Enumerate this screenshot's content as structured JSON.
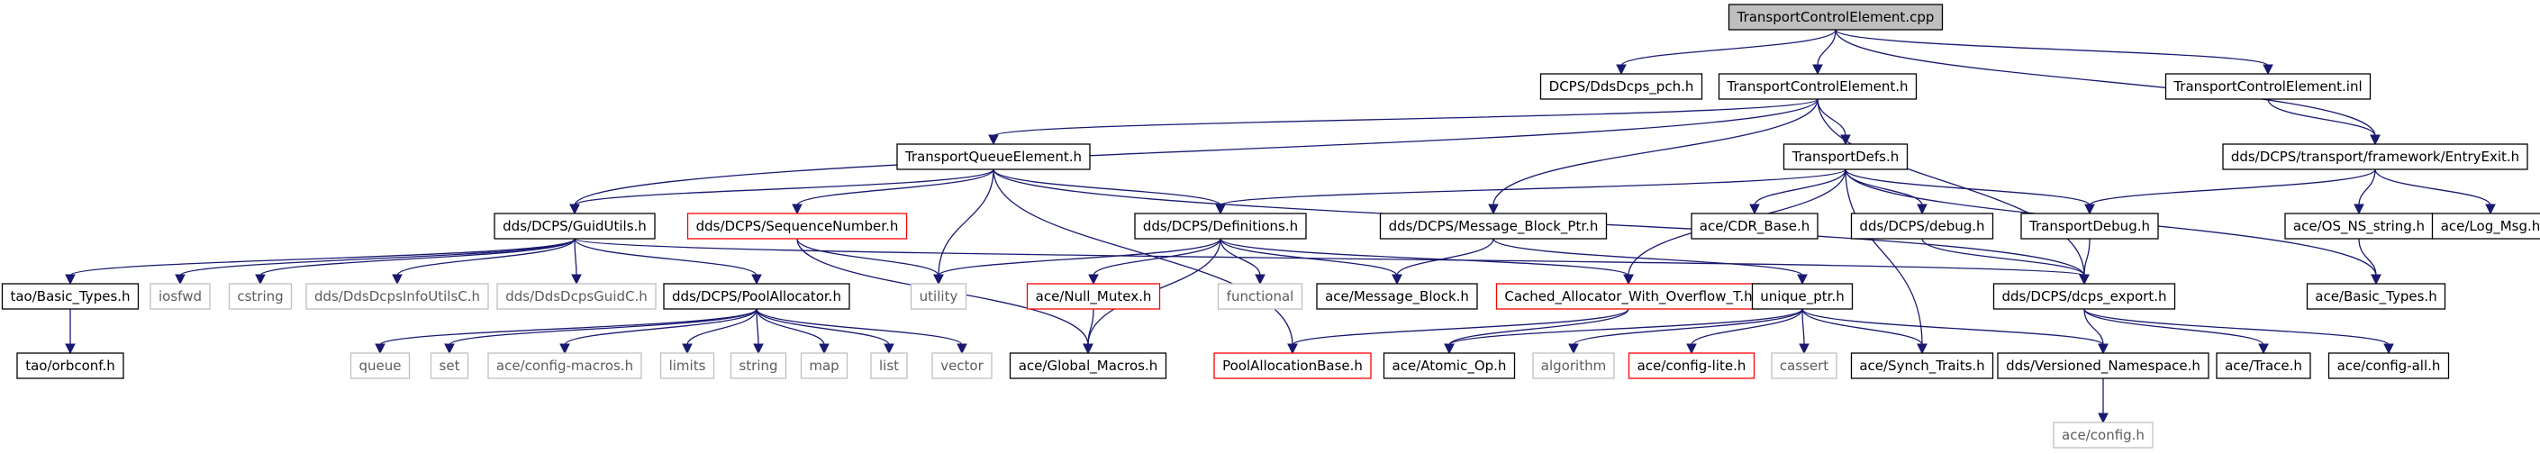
{
  "graph": {
    "title": "TransportControlElement.cpp include dependency graph",
    "colors": {
      "background": "#ffffff",
      "root_fill": "#bfbfbf",
      "node_border": "#000000",
      "missing_border": "#bfbfbf",
      "incomplete_border": "#ff0000",
      "edge": "#191970"
    },
    "nodes": [
      {
        "id": "root",
        "label": "TransportControlElement.cpp",
        "style": "root"
      },
      {
        "id": "pch",
        "label": "DCPS/DdsDcps_pch.h",
        "style": "normal"
      },
      {
        "id": "tce_h",
        "label": "TransportControlElement.h",
        "style": "normal"
      },
      {
        "id": "tce_inl",
        "label": "TransportControlElement.inl",
        "style": "normal"
      },
      {
        "id": "tqe",
        "label": "TransportQueueElement.h",
        "style": "normal"
      },
      {
        "id": "tdefs",
        "label": "TransportDefs.h",
        "style": "normal"
      },
      {
        "id": "entryexit",
        "label": "dds/DCPS/transport/framework/EntryExit.h",
        "style": "normal"
      },
      {
        "id": "guidutils",
        "label": "dds/DCPS/GuidUtils.h",
        "style": "normal"
      },
      {
        "id": "seqnum",
        "label": "dds/DCPS/SequenceNumber.h",
        "style": "incomplete"
      },
      {
        "id": "defs",
        "label": "dds/DCPS/Definitions.h",
        "style": "normal"
      },
      {
        "id": "mbptr",
        "label": "dds/DCPS/Message_Block_Ptr.h",
        "style": "normal"
      },
      {
        "id": "cdrbase",
        "label": "ace/CDR_Base.h",
        "style": "normal"
      },
      {
        "id": "debug",
        "label": "dds/DCPS/debug.h",
        "style": "normal"
      },
      {
        "id": "tdebug",
        "label": "TransportDebug.h",
        "style": "normal"
      },
      {
        "id": "osns",
        "label": "ace/OS_NS_string.h",
        "style": "normal"
      },
      {
        "id": "logmsg",
        "label": "ace/Log_Msg.h",
        "style": "normal"
      },
      {
        "id": "taobt",
        "label": "tao/Basic_Types.h",
        "style": "normal"
      },
      {
        "id": "iosfwd",
        "label": "iosfwd",
        "style": "missing"
      },
      {
        "id": "cstring",
        "label": "cstring",
        "style": "missing"
      },
      {
        "id": "infoutils",
        "label": "dds/DdsDcpsInfoUtilsC.h",
        "style": "missing"
      },
      {
        "id": "guidc",
        "label": "dds/DdsDcpsGuidC.h",
        "style": "missing"
      },
      {
        "id": "poolalloc",
        "label": "dds/DCPS/PoolAllocator.h",
        "style": "normal"
      },
      {
        "id": "utility",
        "label": "utility",
        "style": "missing"
      },
      {
        "id": "nullmutex",
        "label": "ace/Null_Mutex.h",
        "style": "incomplete"
      },
      {
        "id": "functional",
        "label": "functional",
        "style": "missing"
      },
      {
        "id": "msgblock",
        "label": "ace/Message_Block.h",
        "style": "normal"
      },
      {
        "id": "cachedalloc",
        "label": "Cached_Allocator_With_Overflow_T.h",
        "style": "incomplete"
      },
      {
        "id": "uniqueptr",
        "label": "unique_ptr.h",
        "style": "normal"
      },
      {
        "id": "dcpsexport",
        "label": "dds/DCPS/dcps_export.h",
        "style": "normal"
      },
      {
        "id": "acebt",
        "label": "ace/Basic_Types.h",
        "style": "normal"
      },
      {
        "id": "orbconf",
        "label": "tao/orbconf.h",
        "style": "normal"
      },
      {
        "id": "queue",
        "label": "queue",
        "style": "missing"
      },
      {
        "id": "set",
        "label": "set",
        "style": "missing"
      },
      {
        "id": "cfgmacros",
        "label": "ace/config-macros.h",
        "style": "missing"
      },
      {
        "id": "limits",
        "label": "limits",
        "style": "missing"
      },
      {
        "id": "string",
        "label": "string",
        "style": "missing"
      },
      {
        "id": "map",
        "label": "map",
        "style": "missing"
      },
      {
        "id": "list",
        "label": "list",
        "style": "missing"
      },
      {
        "id": "vector",
        "label": "vector",
        "style": "missing"
      },
      {
        "id": "globalmacros",
        "label": "ace/Global_Macros.h",
        "style": "normal"
      },
      {
        "id": "poolallocbase",
        "label": "PoolAllocationBase.h",
        "style": "incomplete"
      },
      {
        "id": "atomicop",
        "label": "ace/Atomic_Op.h",
        "style": "normal"
      },
      {
        "id": "algorithm",
        "label": "algorithm",
        "style": "missing"
      },
      {
        "id": "cfglite",
        "label": "ace/config-lite.h",
        "style": "incomplete"
      },
      {
        "id": "cassert",
        "label": "cassert",
        "style": "missing"
      },
      {
        "id": "synchtraits",
        "label": "ace/Synch_Traits.h",
        "style": "normal"
      },
      {
        "id": "versionedns",
        "label": "dds/Versioned_Namespace.h",
        "style": "normal"
      },
      {
        "id": "trace",
        "label": "ace/Trace.h",
        "style": "normal"
      },
      {
        "id": "cfgall",
        "label": "ace/config-all.h",
        "style": "normal"
      },
      {
        "id": "aceconfig",
        "label": "ace/config.h",
        "style": "missing"
      }
    ],
    "edges": [
      [
        "root",
        "pch"
      ],
      [
        "root",
        "tce_h"
      ],
      [
        "root",
        "tce_inl"
      ],
      [
        "root",
        "entryexit"
      ],
      [
        "tce_h",
        "tqe"
      ],
      [
        "tce_h",
        "tdefs"
      ],
      [
        "tce_h",
        "guidutils"
      ],
      [
        "tce_h",
        "mbptr"
      ],
      [
        "tce_h",
        "dcpsexport"
      ],
      [
        "tce_inl",
        "entryexit"
      ],
      [
        "entryexit",
        "tdebug"
      ],
      [
        "entryexit",
        "osns"
      ],
      [
        "entryexit",
        "logmsg"
      ],
      [
        "tqe",
        "guidutils"
      ],
      [
        "tqe",
        "seqnum"
      ],
      [
        "tqe",
        "defs"
      ],
      [
        "tqe",
        "utility"
      ],
      [
        "tqe",
        "dcpsexport"
      ],
      [
        "tqe",
        "poolallocbase"
      ],
      [
        "tdefs",
        "defs"
      ],
      [
        "tdefs",
        "cdrbase"
      ],
      [
        "tdefs",
        "debug"
      ],
      [
        "tdefs",
        "tdebug"
      ],
      [
        "tdefs",
        "cachedalloc"
      ],
      [
        "tdefs",
        "acebt"
      ],
      [
        "tdefs",
        "synchtraits"
      ],
      [
        "guidutils",
        "taobt"
      ],
      [
        "guidutils",
        "iosfwd"
      ],
      [
        "guidutils",
        "cstring"
      ],
      [
        "guidutils",
        "infoutils"
      ],
      [
        "guidutils",
        "guidc"
      ],
      [
        "guidutils",
        "poolalloc"
      ],
      [
        "guidutils",
        "dcpsexport"
      ],
      [
        "seqnum",
        "utility"
      ],
      [
        "seqnum",
        "globalmacros"
      ],
      [
        "defs",
        "utility"
      ],
      [
        "defs",
        "nullmutex"
      ],
      [
        "defs",
        "functional"
      ],
      [
        "defs",
        "msgblock"
      ],
      [
        "defs",
        "cachedalloc"
      ],
      [
        "defs",
        "globalmacros"
      ],
      [
        "mbptr",
        "msgblock"
      ],
      [
        "mbptr",
        "uniqueptr"
      ],
      [
        "debug",
        "dcpsexport"
      ],
      [
        "tdebug",
        "dcpsexport"
      ],
      [
        "osns",
        "acebt"
      ],
      [
        "taobt",
        "orbconf"
      ],
      [
        "poolalloc",
        "queue"
      ],
      [
        "poolalloc",
        "set"
      ],
      [
        "poolalloc",
        "cfgmacros"
      ],
      [
        "poolalloc",
        "limits"
      ],
      [
        "poolalloc",
        "string"
      ],
      [
        "poolalloc",
        "map"
      ],
      [
        "poolalloc",
        "list"
      ],
      [
        "poolalloc",
        "vector"
      ],
      [
        "nullmutex",
        "globalmacros"
      ],
      [
        "cachedalloc",
        "poolallocbase"
      ],
      [
        "cachedalloc",
        "atomicop"
      ],
      [
        "uniqueptr",
        "atomicop"
      ],
      [
        "uniqueptr",
        "algorithm"
      ],
      [
        "uniqueptr",
        "cfglite"
      ],
      [
        "uniqueptr",
        "cassert"
      ],
      [
        "uniqueptr",
        "synchtraits"
      ],
      [
        "uniqueptr",
        "versionedns"
      ],
      [
        "dcpsexport",
        "versionedns"
      ],
      [
        "dcpsexport",
        "trace"
      ],
      [
        "dcpsexport",
        "cfgall"
      ],
      [
        "versionedns",
        "aceconfig"
      ]
    ]
  }
}
